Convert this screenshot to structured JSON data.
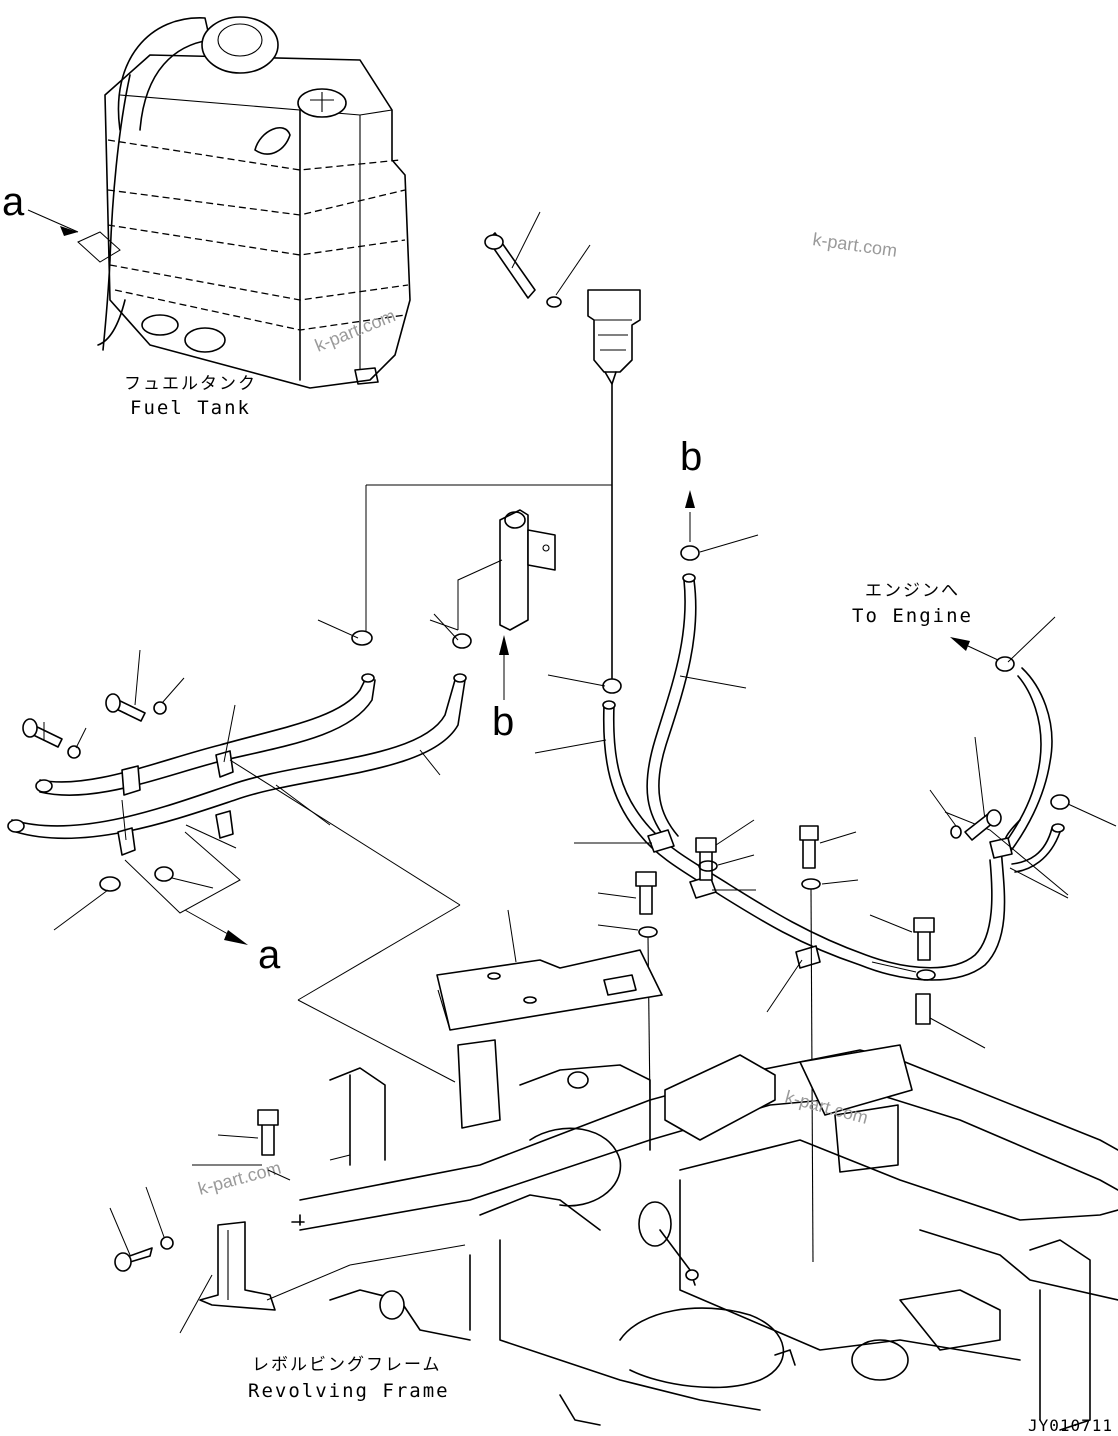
{
  "labels": {
    "fuel_tank_jp": "フュエルタンク",
    "fuel_tank_en": "Fuel Tank",
    "to_engine_jp": "エンジンへ",
    "to_engine_en": "To Engine",
    "revolving_frame_jp": "レボルビングフレーム",
    "revolving_frame_en": "Revolving Frame"
  },
  "callouts": {
    "a_top": "a",
    "a_bottom": "a",
    "b_top": "b",
    "b_mid": "b"
  },
  "watermarks": [
    "k-part.com",
    "k-part.com",
    "k-part.com",
    "k-part.com"
  ],
  "drawing_code": "JY010711"
}
